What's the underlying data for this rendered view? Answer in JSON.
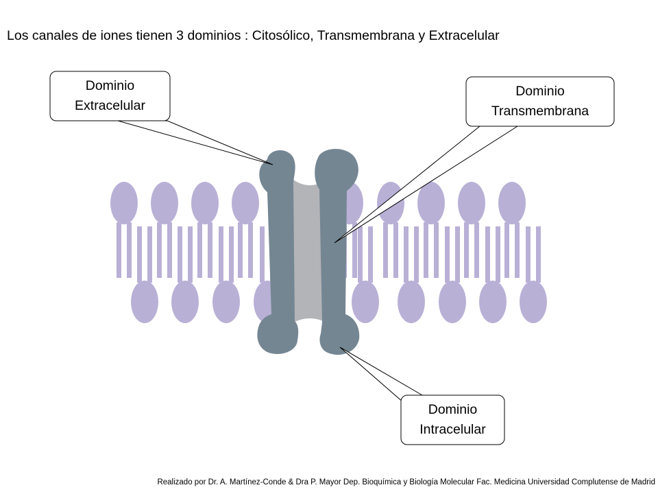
{
  "title": "Los canales de iones tienen 3 dominios : Citosólico, Transmembrana y Extracelular",
  "callouts": {
    "extracelular": {
      "line1": "Dominio",
      "line2": "Extracelular"
    },
    "transmembrana": {
      "line1": "Dominio",
      "line2": "Transmembrana"
    },
    "intracelular": {
      "line1": "Dominio",
      "line2": "Intracelular"
    }
  },
  "footer": "Realizado por Dr. A. Martínez-Conde & Dra P. Mayor Dep. Bioquímica y Biología Molecular Fac. Medicina Universidad Complutense de Madrid",
  "colors": {
    "lipid": "#b9b0d6",
    "protein": "#748692",
    "pore": "#b3b4b8",
    "callout_border": "#000000"
  }
}
